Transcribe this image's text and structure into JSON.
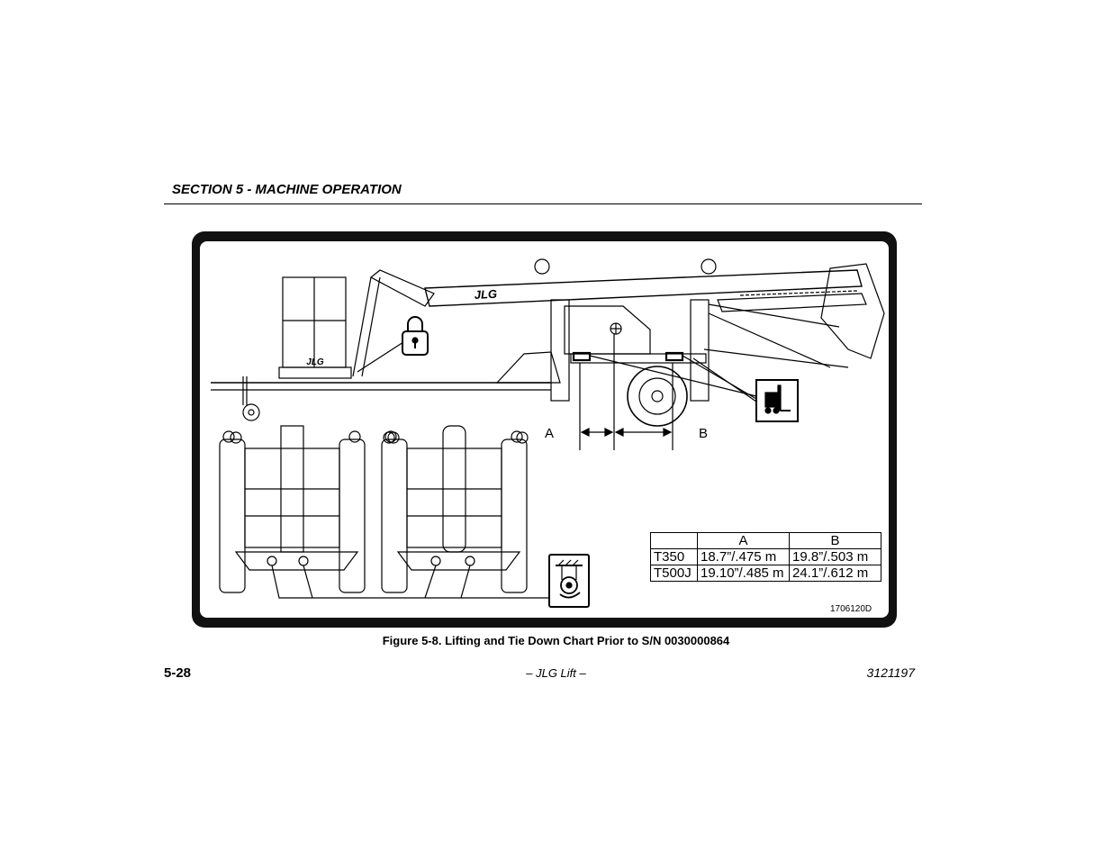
{
  "header": {
    "section_title": "SECTION 5 - MACHINE OPERATION"
  },
  "figure": {
    "label_a": "A",
    "label_b": "B",
    "table": {
      "headers": [
        "",
        "A",
        "B"
      ],
      "rows": [
        [
          "T350",
          "18.7”/.475 m",
          "19.8”/.503 m"
        ],
        [
          "T500J",
          "19.10”/.485 m",
          "24.1”/.612 m"
        ]
      ]
    },
    "drawing_id": "1706120D",
    "brand_mark": "JLG",
    "caption": "Figure 5-8. Lifting and Tie Down Chart Prior to S/N 0030000864"
  },
  "footer": {
    "page_number": "5-28",
    "center": "– JLG Lift –",
    "doc_number": "3121197"
  },
  "icons": [
    "lock-icon",
    "forklift-icon",
    "tie-down-icon"
  ]
}
